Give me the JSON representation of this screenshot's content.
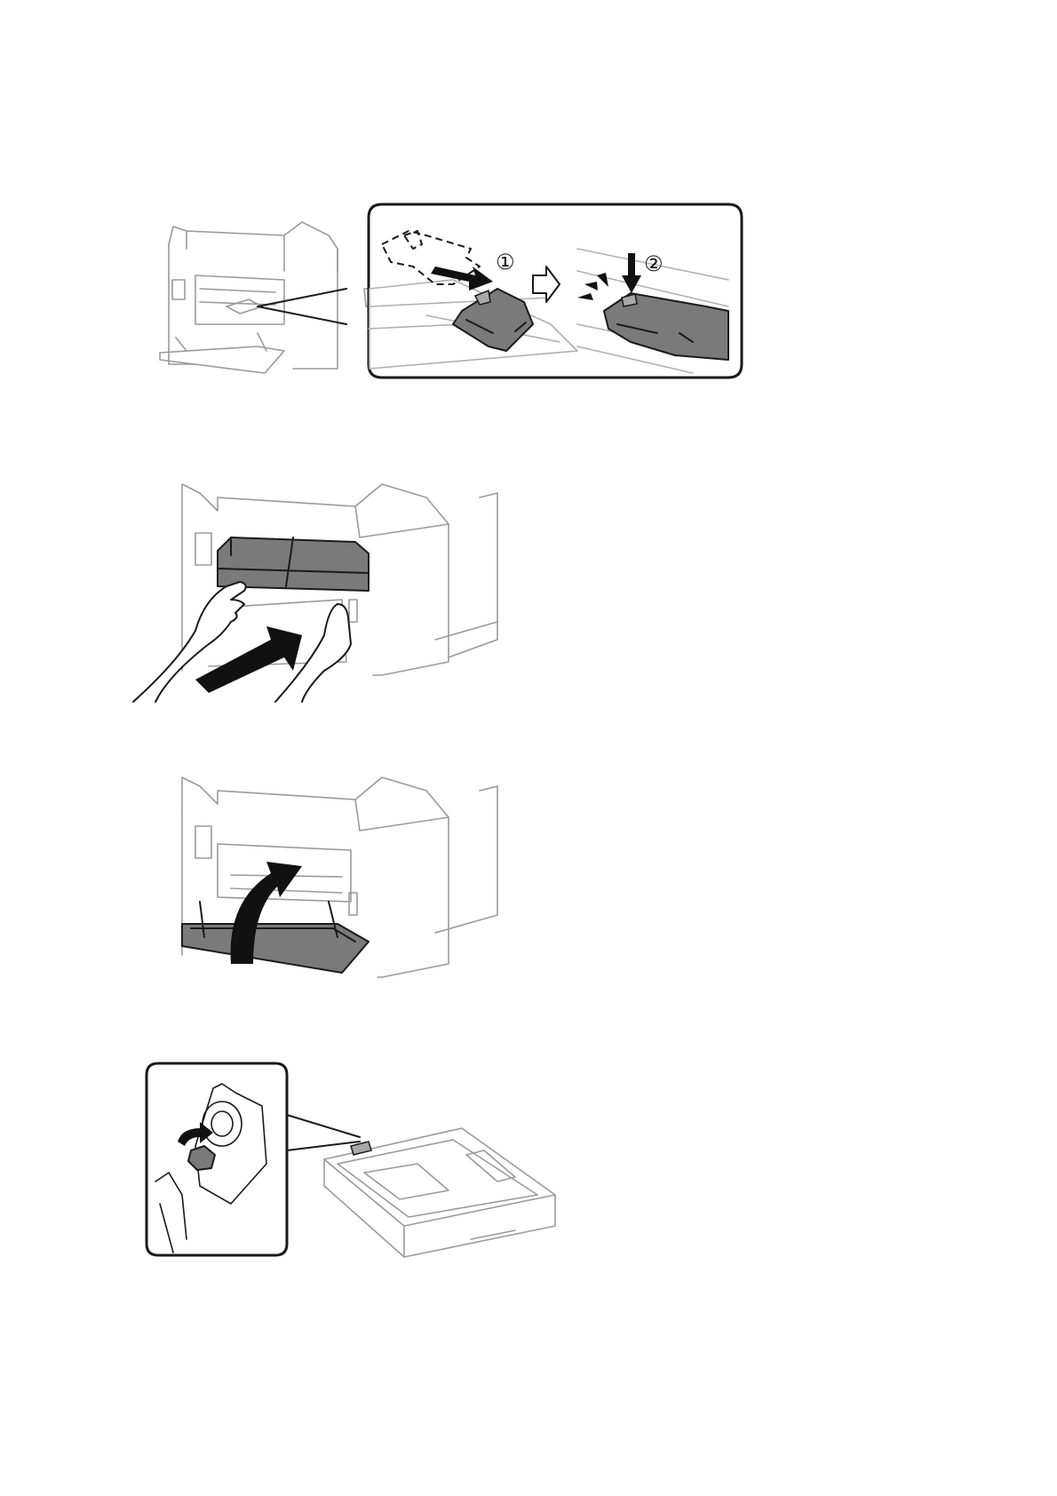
{
  "figures": [
    {
      "id": "fig1",
      "description_icons": [
        "printer-rear-icon",
        "roller-cover-install-icon",
        "press-down-icon"
      ],
      "step_markers": [
        "①",
        "②"
      ]
    },
    {
      "id": "fig2",
      "description_icons": [
        "printer-rear-icon",
        "unit-insert-icon"
      ]
    },
    {
      "id": "fig3",
      "description_icons": [
        "printer-rear-icon",
        "cover-close-icon"
      ]
    },
    {
      "id": "fig4",
      "description_icons": [
        "paper-cassette-icon",
        "roller-rotate-icon"
      ]
    }
  ],
  "colors": {
    "line": "#9a9a9a",
    "ink": "#1a1a1a",
    "part_fill": "#7a7a7a"
  }
}
